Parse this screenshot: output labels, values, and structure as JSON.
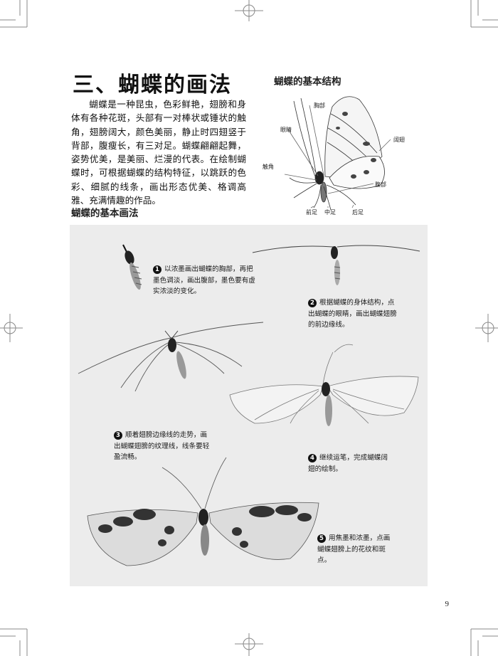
{
  "page": {
    "title": "三、蝴蝶的画法",
    "intro": "蝴蝶是一种昆虫，色彩鲜艳，翅膀和身体有各种花斑，头部有一对棒状或锤状的触角，翅膀阔大，颜色美丽，静止时四翅竖于背部，腹瘦长，有三对足。蝴蝶翩翩起舞，姿势优美，是美丽、烂漫的代表。在绘制蝴蝶时，可根据蝴蝶的结构特征，以跳跃的色彩、细腻的线条，画出形态优美、格调高雅、充满情趣的作品。",
    "page_number": "9"
  },
  "structure": {
    "heading": "蝴蝶的基本结构",
    "labels": {
      "chest": "胸部",
      "eye": "眼睛",
      "antenna": "触角",
      "wing": "阔翅",
      "abdomen": "腹部",
      "front_leg": "前足",
      "mid_leg": "中足",
      "hind_leg": "后足"
    }
  },
  "method": {
    "heading": "蝴蝶的基本画法",
    "steps": [
      {
        "num": "1",
        "text": "以浓墨画出蝴蝶的胸部，再把墨色调淡，画出腹部，墨色要有虚实浓淡的变化。"
      },
      {
        "num": "2",
        "text": "根据蝴蝶的身体结构，点出蝴蝶的眼睛，画出蝴蝶翅膀的前边缘线。"
      },
      {
        "num": "3",
        "text": "顺着翅膀边缘线的走势，画出蝴蝶翅膀的纹理线，线条要轻盈流畅。"
      },
      {
        "num": "4",
        "text": "继续运笔，完成蝴蝶阔翅的绘制。"
      },
      {
        "num": "5",
        "text": "用焦墨和浓墨，点画蝴蝶翅膀上的花纹和斑点。"
      }
    ]
  }
}
